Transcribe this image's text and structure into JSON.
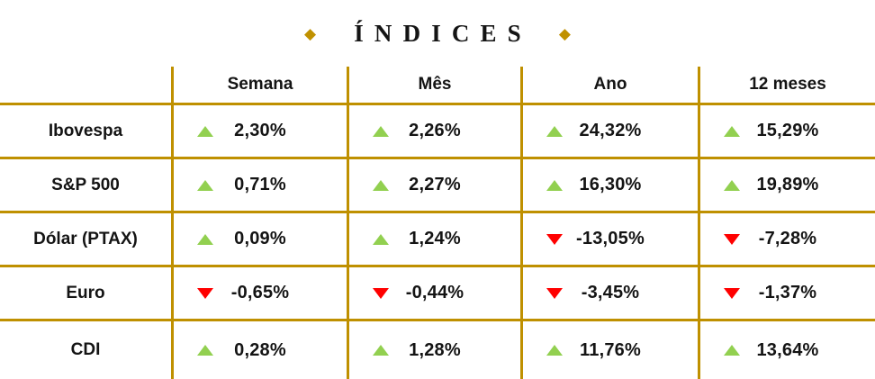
{
  "title": {
    "text": "ÍNDICES",
    "left_diamond": "◆",
    "right_diamond": "◆"
  },
  "colors": {
    "border_gold": "#BF9000",
    "diamond_gold": "#C09100",
    "arrow_up_green": "#92D050",
    "arrow_down_red": "#FF0000",
    "text_dark": "#141414",
    "background": "#FFFFFF"
  },
  "table": {
    "columns": [
      {
        "label": "Semana"
      },
      {
        "label": "Mês"
      },
      {
        "label": "Ano"
      },
      {
        "label": "12 meses"
      }
    ],
    "rows": [
      {
        "label": "Ibovespa",
        "cells": [
          {
            "dir": "up",
            "value": "2,30%"
          },
          {
            "dir": "up",
            "value": "2,26%"
          },
          {
            "dir": "up",
            "value": "24,32%"
          },
          {
            "dir": "up",
            "value": "15,29%"
          }
        ]
      },
      {
        "label": "S&P 500",
        "cells": [
          {
            "dir": "up",
            "value": "0,71%"
          },
          {
            "dir": "up",
            "value": "2,27%"
          },
          {
            "dir": "up",
            "value": "16,30%"
          },
          {
            "dir": "up",
            "value": "19,89%"
          }
        ]
      },
      {
        "label": "Dólar (PTAX)",
        "cells": [
          {
            "dir": "up",
            "value": "0,09%"
          },
          {
            "dir": "up",
            "value": "1,24%"
          },
          {
            "dir": "down",
            "value": "-13,05%"
          },
          {
            "dir": "down",
            "value": "-7,28%"
          }
        ]
      },
      {
        "label": "Euro",
        "cells": [
          {
            "dir": "down",
            "value": "-0,65%"
          },
          {
            "dir": "down",
            "value": "-0,44%"
          },
          {
            "dir": "down",
            "value": "-3,45%"
          },
          {
            "dir": "down",
            "value": "-1,37%"
          }
        ]
      },
      {
        "label": "CDI",
        "cells": [
          {
            "dir": "up",
            "value": "0,28%"
          },
          {
            "dir": "up",
            "value": "1,28%"
          },
          {
            "dir": "up",
            "value": "11,76%"
          },
          {
            "dir": "up",
            "value": "13,64%"
          }
        ]
      }
    ]
  },
  "chart_data": {
    "type": "table",
    "title": "ÍNDICES",
    "unit": "%",
    "columns": [
      "Semana",
      "Mês",
      "Ano",
      "12 meses"
    ],
    "rows": [
      {
        "label": "Ibovespa",
        "values": [
          2.3,
          2.26,
          24.32,
          15.29
        ]
      },
      {
        "label": "S&P 500",
        "values": [
          0.71,
          2.27,
          16.3,
          19.89
        ]
      },
      {
        "label": "Dólar (PTAX)",
        "values": [
          0.09,
          1.24,
          -13.05,
          -7.28
        ]
      },
      {
        "label": "Euro",
        "values": [
          -0.65,
          -0.44,
          -3.45,
          -1.37
        ]
      },
      {
        "label": "CDI",
        "values": [
          0.28,
          1.28,
          11.76,
          13.64
        ]
      }
    ]
  }
}
